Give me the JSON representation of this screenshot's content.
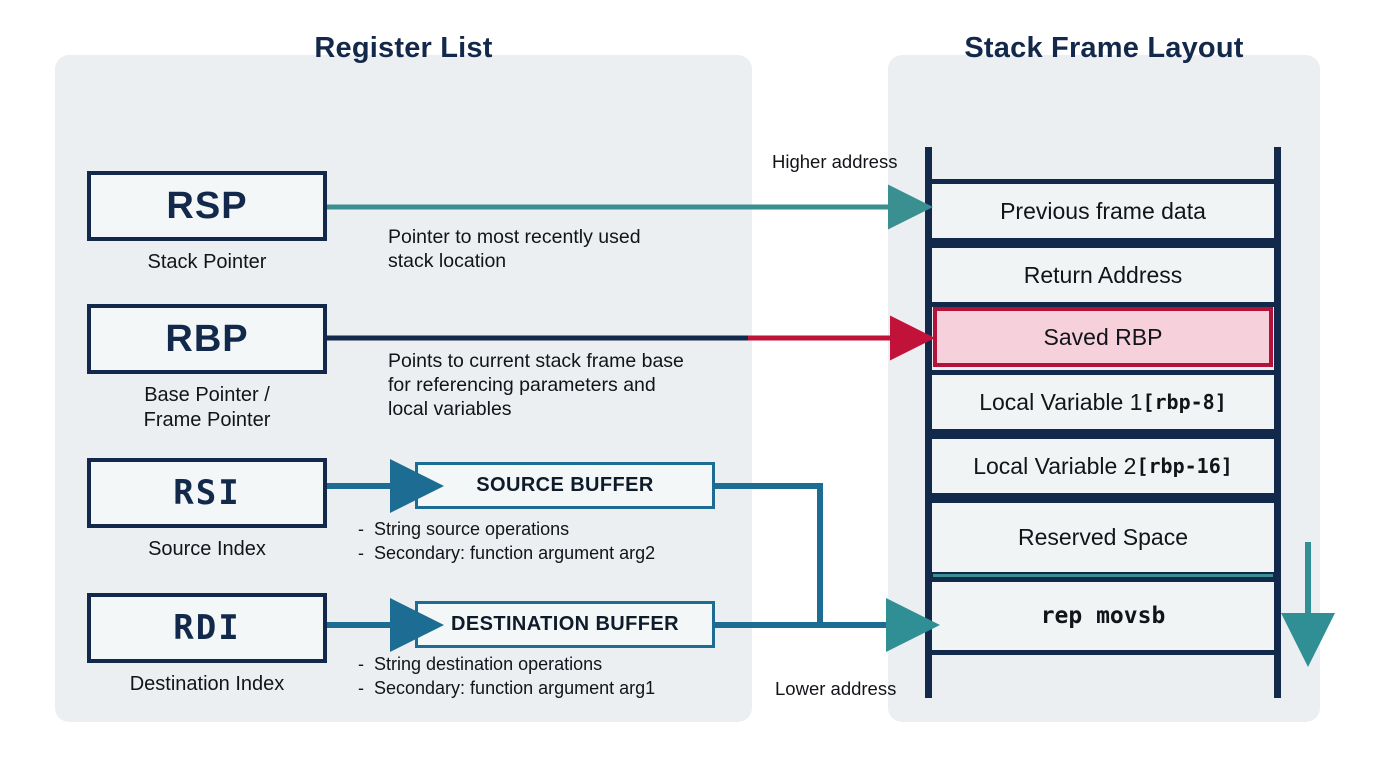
{
  "colors": {
    "panel_bg": "#eceff1",
    "navy": "#13294b",
    "teal": "#3a8f91",
    "crimson": "#b3123a",
    "blue": "#1c6c94",
    "pink_fill": "#f6d0da",
    "slot_bg": "#f1f4f5"
  },
  "left_panel": {
    "title": "Register List",
    "registers": [
      {
        "name": "RSP",
        "caption": "Stack Pointer",
        "description": "Pointer to most recently used\nstack location"
      },
      {
        "name": "RBP",
        "caption": "Base Pointer /\nFrame Pointer",
        "description": "Points to current stack frame base\nfor referencing parameters and\nlocal variables"
      },
      {
        "name": "RSI",
        "caption": "Source Index",
        "buffer_label": "SOURCE BUFFER",
        "bullets": [
          "-  String source operations",
          "-  Secondary: function argument arg2"
        ]
      },
      {
        "name": "RDI",
        "caption": "Destination Index",
        "buffer_label": "DESTINATION BUFFER",
        "bullets": [
          "-  String destination operations",
          "-  Secondary: function argument arg1"
        ]
      }
    ]
  },
  "right_panel": {
    "title": "Stack Frame Layout",
    "higher_address_label": "Higher address",
    "lower_address_label": "Lower address",
    "slots": [
      {
        "text": "",
        "style": "plain"
      },
      {
        "text": "Previous frame data",
        "style": "normal"
      },
      {
        "text": "Return Address",
        "style": "normal"
      },
      {
        "text": "Saved RBP",
        "style": "highlight"
      },
      {
        "text": "Local Variable 1 ",
        "suffix": "[rbp-8]",
        "style": "normal"
      },
      {
        "text": "Local Variable 2 ",
        "suffix": "[rbp-16]",
        "style": "normal"
      },
      {
        "text": "Reserved Space",
        "style": "normal"
      },
      {
        "text": "rep movsb",
        "style": "code"
      },
      {
        "text": "",
        "style": "plain"
      }
    ]
  }
}
